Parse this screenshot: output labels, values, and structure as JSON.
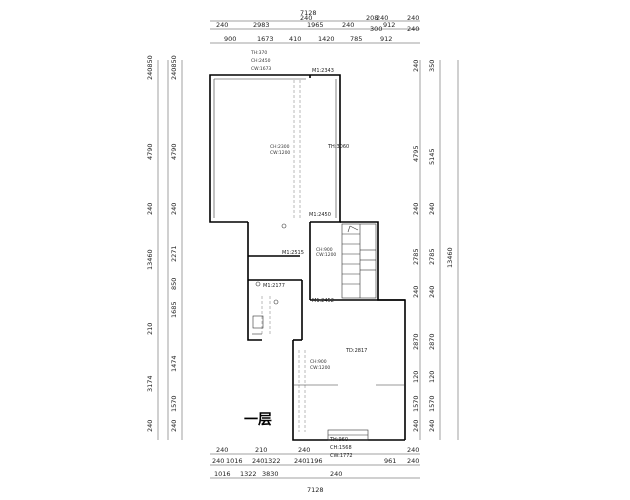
{
  "floor_label": "一层",
  "top": {
    "total": "7128",
    "row1": [
      "240",
      "2983",
      "240",
      "1965",
      "240",
      "208",
      "240",
      "912",
      "240",
      "300",
      "240"
    ],
    "row2": [
      "900",
      "1673",
      "410",
      "1420",
      "785",
      "912"
    ]
  },
  "left": {
    "total": "13460",
    "row1": [
      "240850",
      "4790",
      "240",
      "210",
      "3174",
      "240"
    ],
    "row2": [
      "240850",
      "4790",
      "240",
      "2271",
      "850",
      "1685",
      "1474",
      "1570",
      "240"
    ]
  },
  "right": {
    "total": "13460",
    "row1": [
      "240",
      "4795",
      "240",
      "2785",
      "240",
      "2870",
      "120",
      "1570",
      "240"
    ],
    "row2": [
      "350",
      "5145",
      "240",
      "2785",
      "240",
      "2870",
      "120",
      "1570",
      "240"
    ]
  },
  "bottom": {
    "total": "7128",
    "row1": [
      "240",
      "210",
      "240",
      "240"
    ],
    "row2": [
      "240",
      "1016",
      "240",
      "1322",
      "240",
      "1196",
      "961",
      "240"
    ],
    "row3": [
      "1016",
      "1322",
      "3830",
      "240"
    ]
  },
  "notes": {
    "top_block": [
      "TH:370",
      "CH:2450",
      "CW:1673"
    ],
    "m1_2343": "M1:2343",
    "mid_pair": [
      "CH:2300",
      "CW:1200"
    ],
    "th_3060": "TH:3060",
    "m1_2450": "M1:2450",
    "stair_pair": [
      "CH:900",
      "CW:1200"
    ],
    "m1_2515": "M1:2515",
    "m1_2177": "M1:2177",
    "m1_2452": "M1:2452",
    "td_2817": "TD:2817",
    "low_pair": [
      "CH:900",
      "CW:1200"
    ],
    "bottom_block": [
      "TH:960",
      "CH:1568",
      "CW:1772"
    ]
  }
}
